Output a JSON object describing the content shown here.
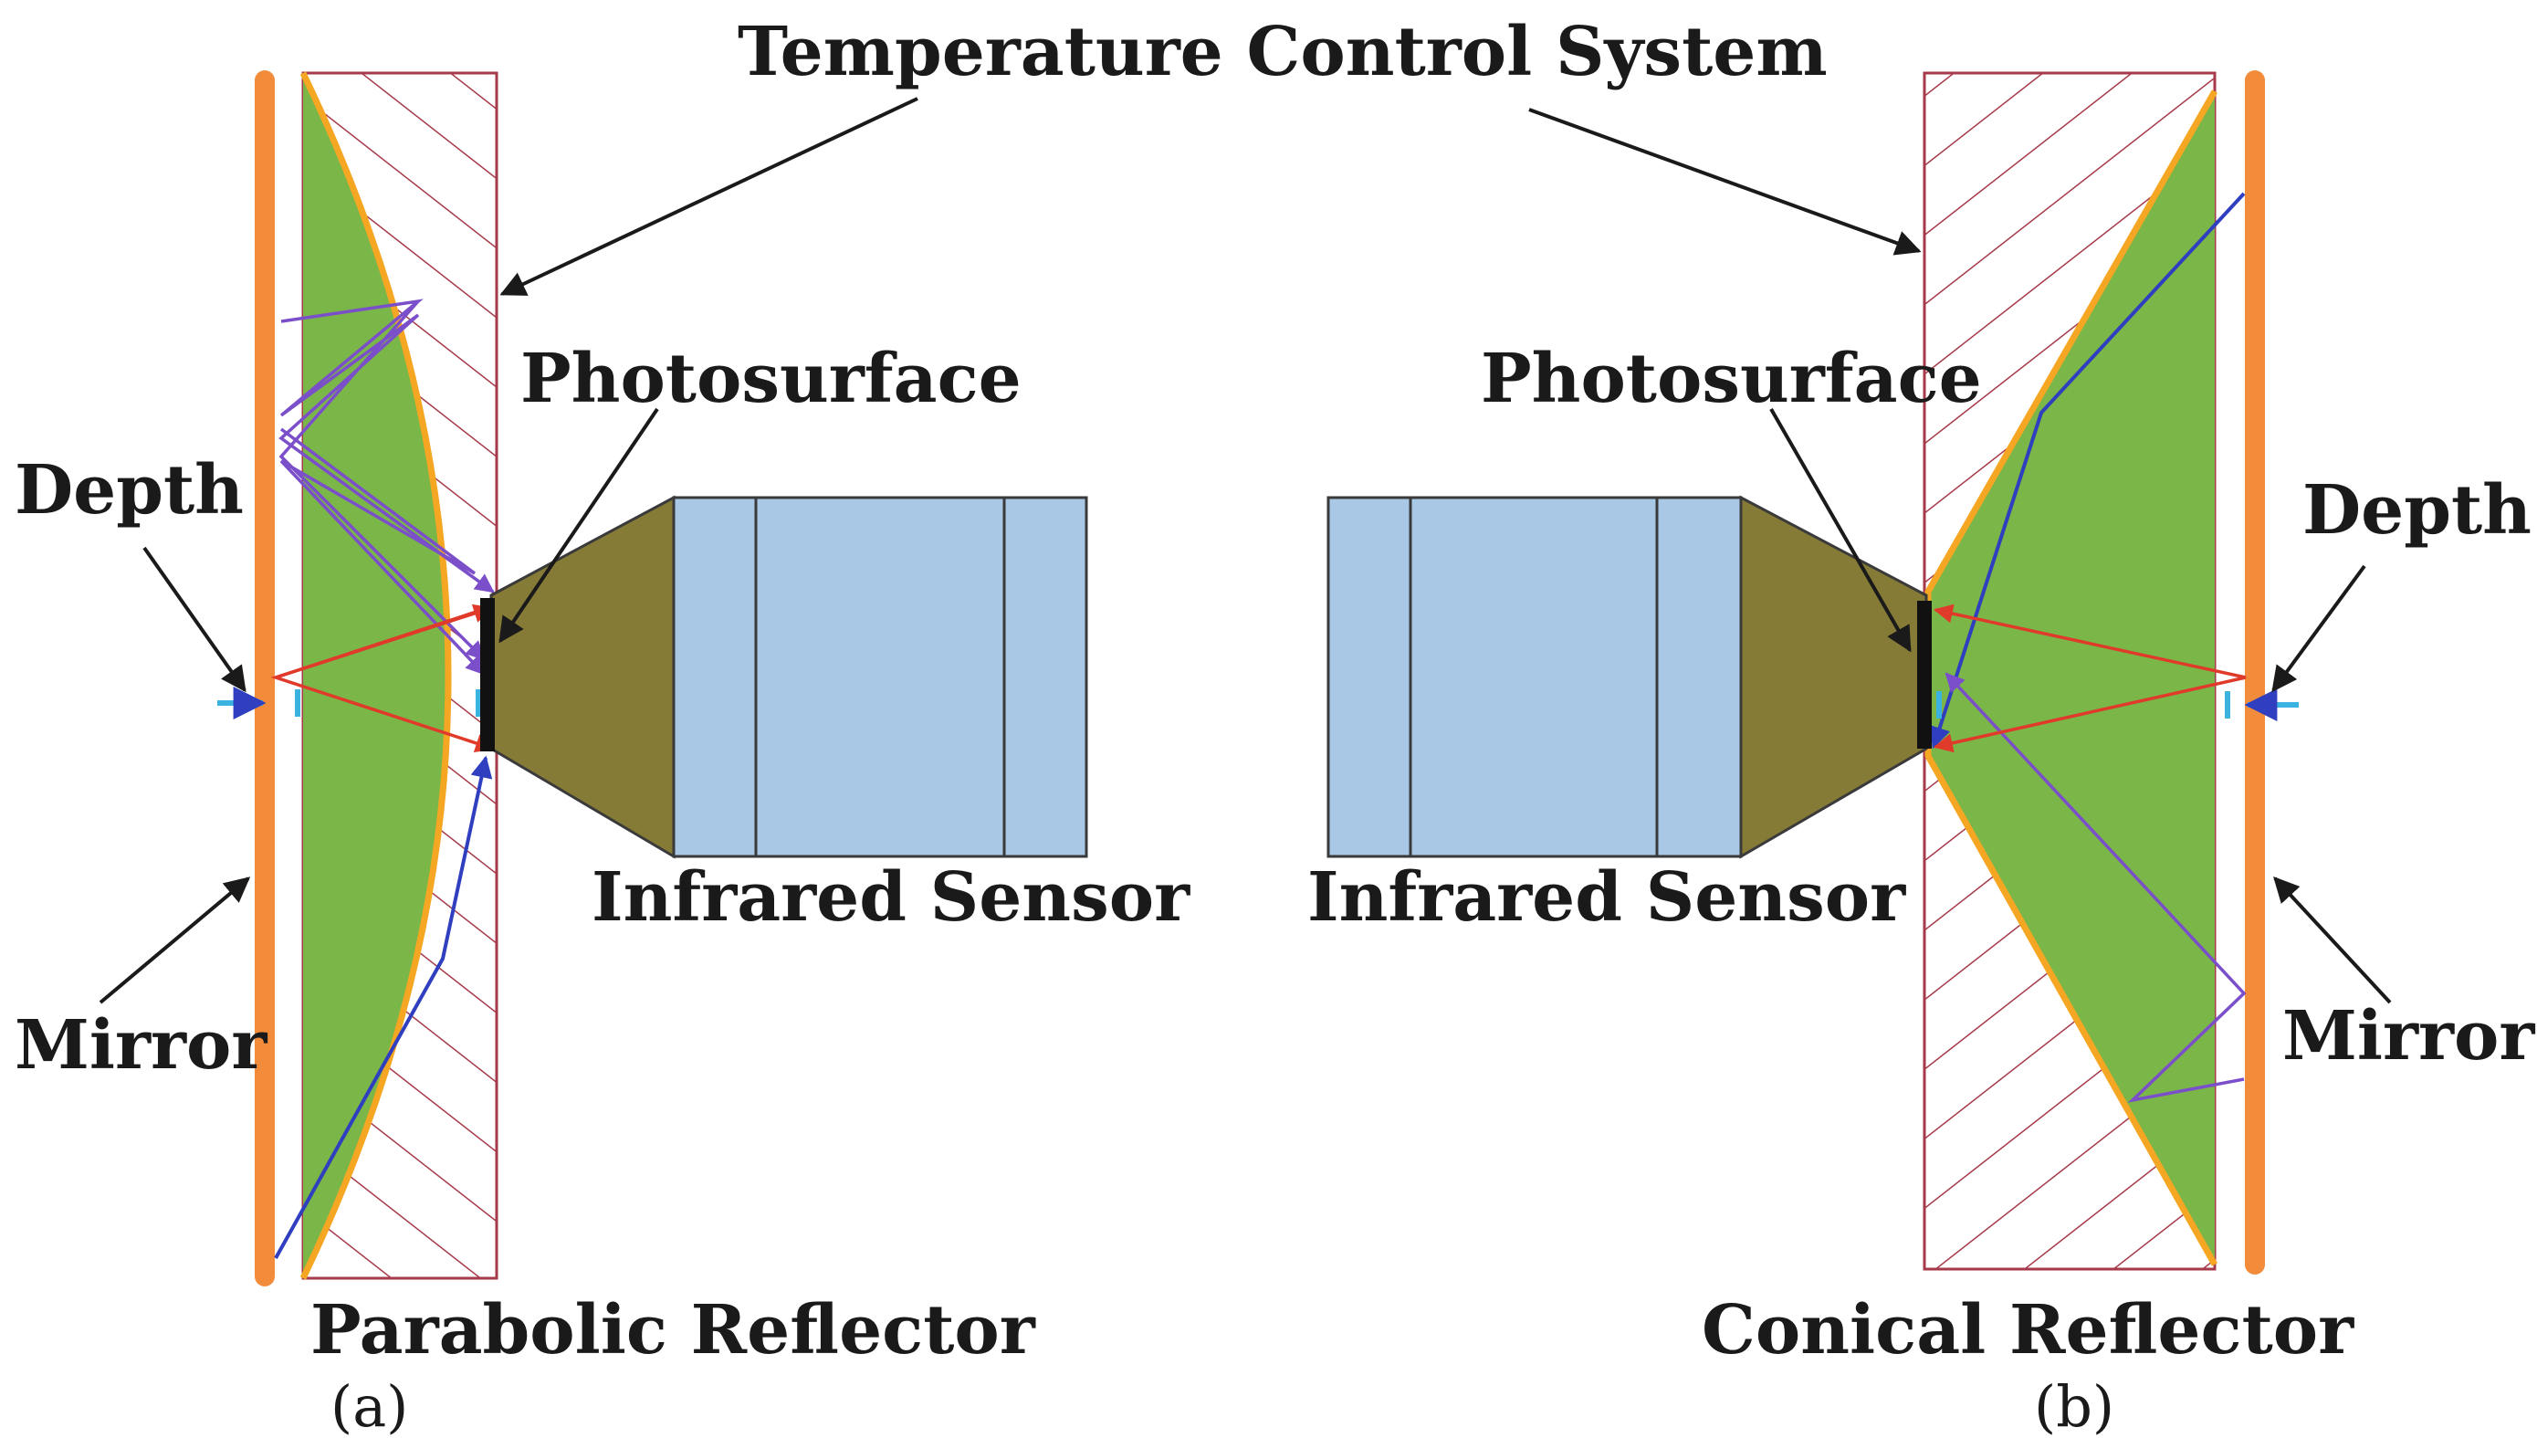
{
  "labels": {
    "temperature_control": "Temperature Control System",
    "photosurface_a": "Photosurface",
    "photosurface_b": "Photosurface",
    "depth_a": "Depth",
    "depth_b": "Depth",
    "mirror_a": "Mirror",
    "mirror_b": "Mirror",
    "sensor_a": "Infrared Sensor",
    "sensor_b": "Infrared Sensor",
    "reflector_a": "Parabolic Reflector",
    "reflector_b": "Conical Reflector",
    "caption_a": "(a)",
    "caption_b": "(b)"
  },
  "colors": {
    "mirror": "#f28c3a",
    "reflector_fill": "#7ab648",
    "reflector_edge": "#f5a623",
    "hatch": "#a63a4a",
    "sensor_body": "#a8c8e6",
    "sensor_cone": "#857b36",
    "ray_red": "#e03a2a",
    "ray_purple": "#7b4fc9",
    "ray_blue": "#2f3fbf",
    "depth_arrow": "#3bb3e0",
    "leader": "#1a1a1a"
  }
}
